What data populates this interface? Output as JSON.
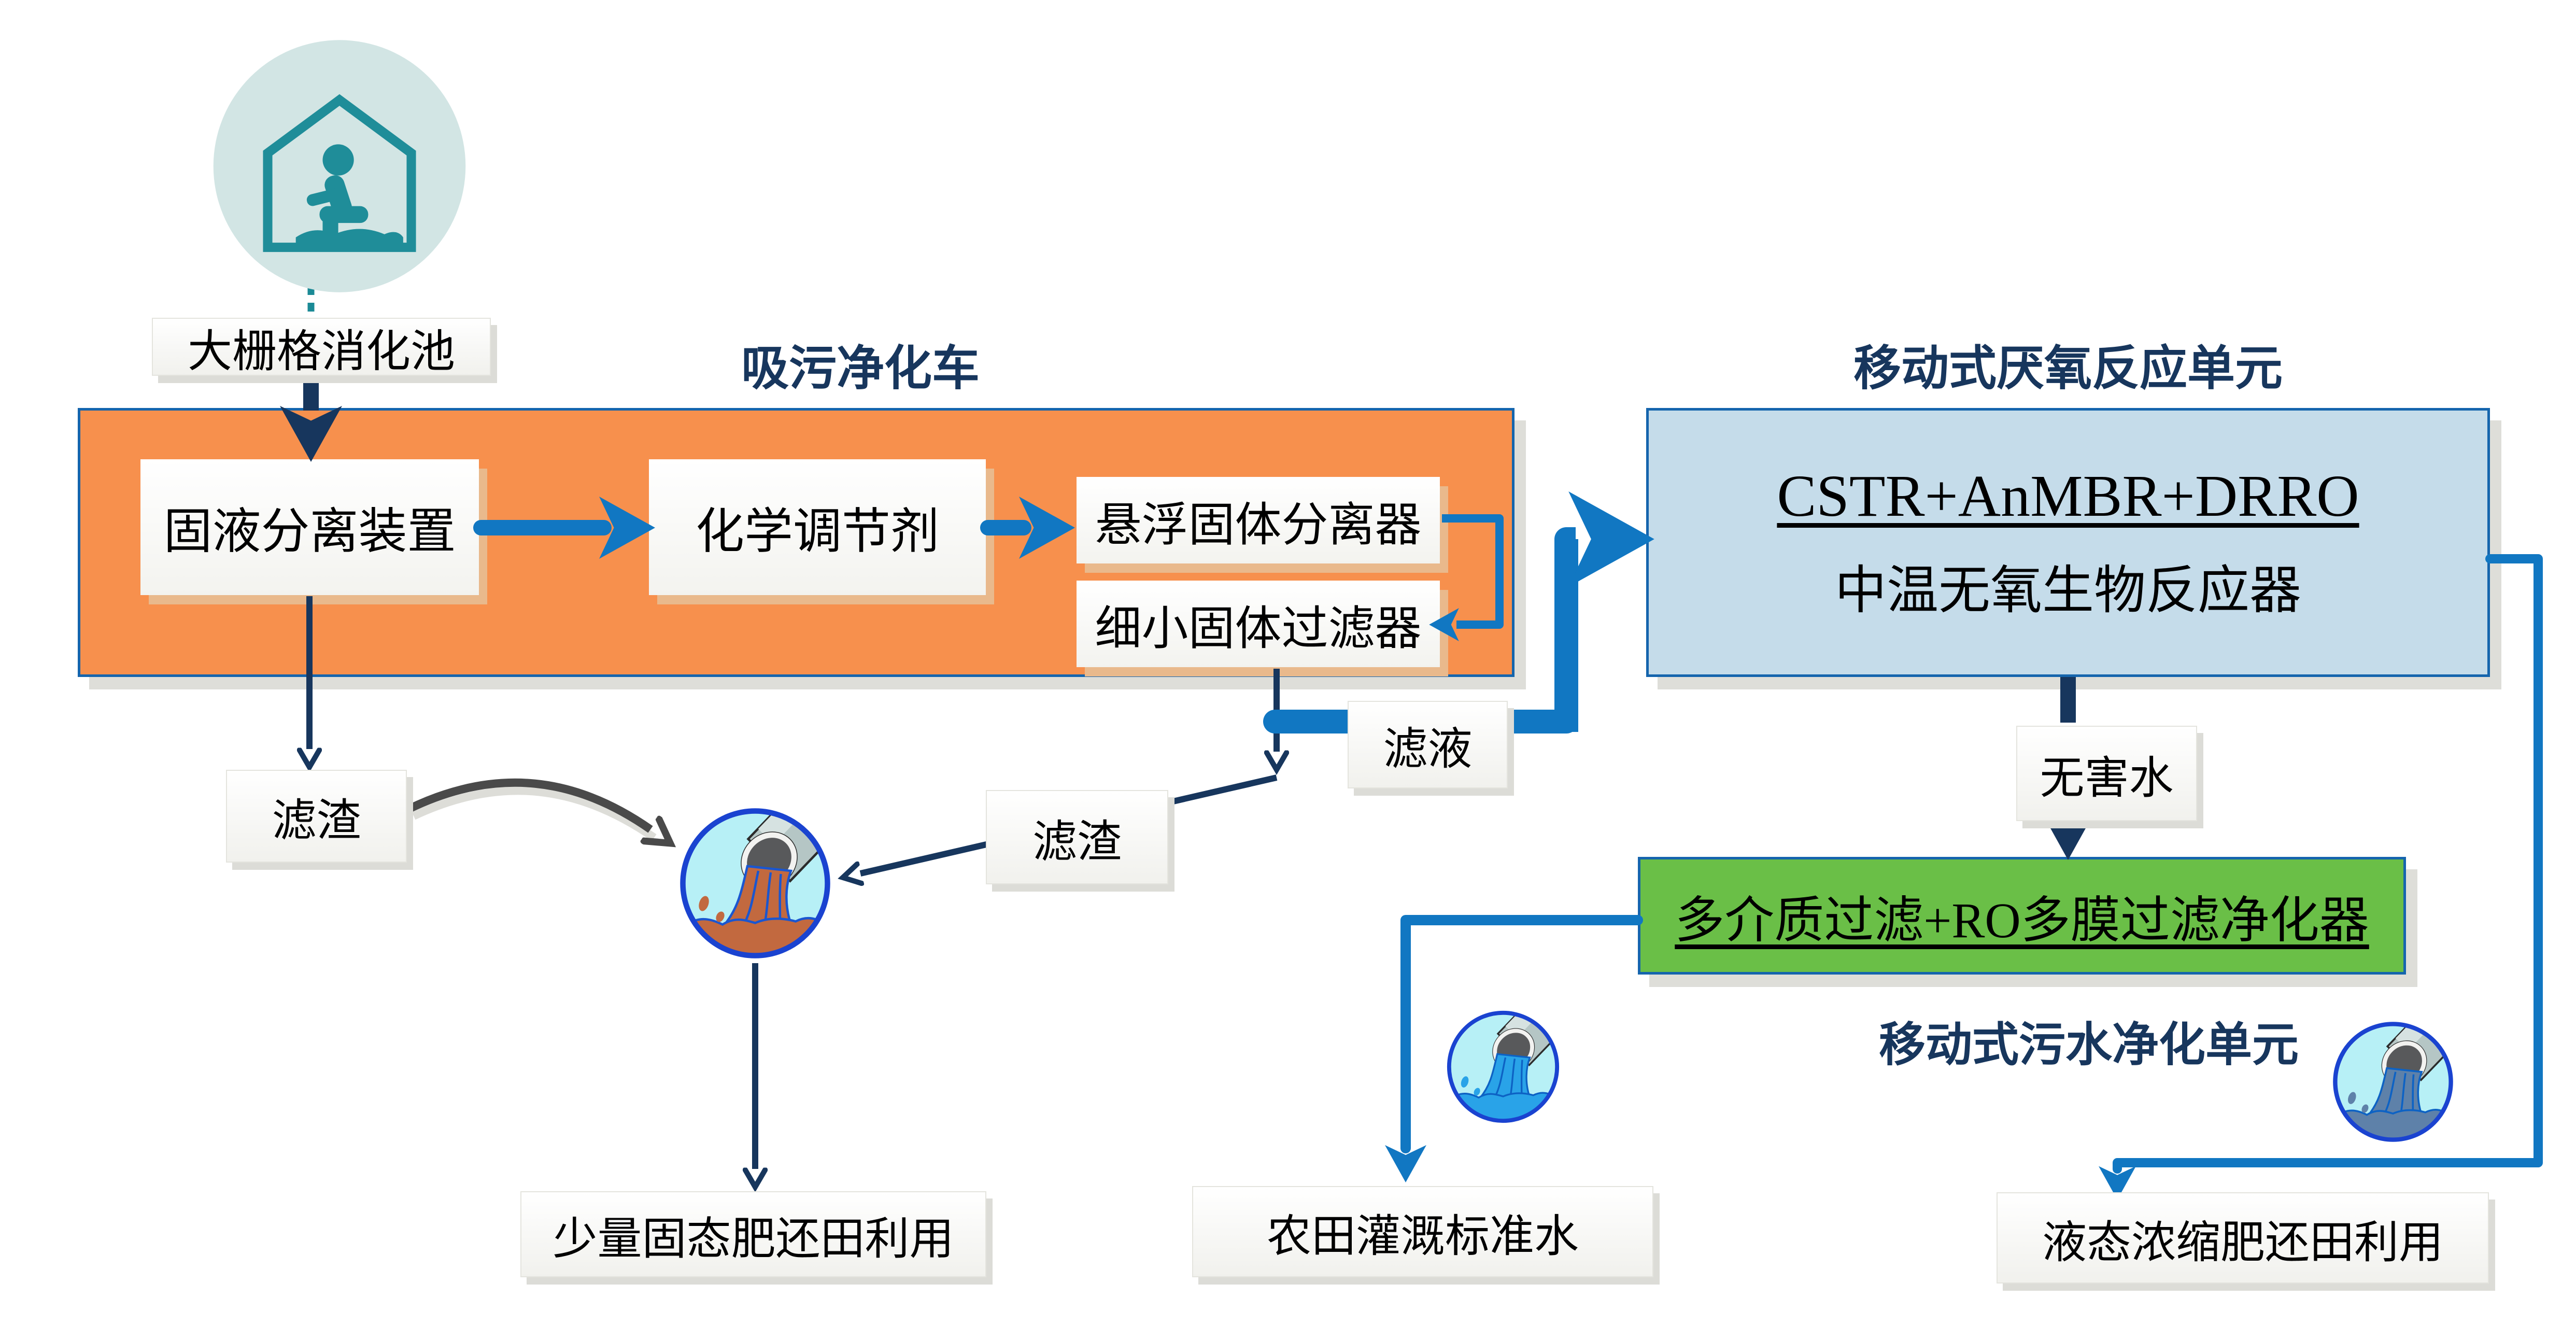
{
  "diagram": {
    "source": {
      "label": "大栅格消化池"
    },
    "truck": {
      "title": "吸污净化车",
      "boxes": [
        "固液分离装置",
        "化学调节剂",
        "悬浮固体分离器",
        "细小固体过滤器"
      ]
    },
    "anaerobic": {
      "title": "移动式厌氧反应单元",
      "line1": "CSTR+AnMBR+DRRO",
      "line2": "中温无氧生物反应器"
    },
    "purifier": {
      "label": "多介质过滤+RO多膜过滤净化器",
      "title": "移动式污水净化单元"
    },
    "flows": {
      "filtrate": "滤液",
      "residue_left": "滤渣",
      "residue_mid": "滤渣",
      "harmless_water": "无害水"
    },
    "outputs": {
      "solid_fertilizer": "少量固态肥还田利用",
      "irrigation_water": "农田灌溉标准水",
      "liquid_fertilizer": "液态浓缩肥还田利用"
    },
    "icons": {
      "source_icon": "squatting-person-latrine-icon",
      "sludge_icon": "pipe-discharge-sludge-icon",
      "water_icon": "pipe-discharge-water-icon",
      "concentrate_icon": "pipe-discharge-concentrate-icon"
    },
    "colors": {
      "truck_box": "#F7904D",
      "anaerobic_box": "#C5DCEA",
      "purifier_box": "#6ABF47",
      "navy": "#17365D",
      "flow_blue": "#1177C2",
      "residue_gray": "#4A4A4A",
      "teal": "#1B8A96"
    }
  }
}
